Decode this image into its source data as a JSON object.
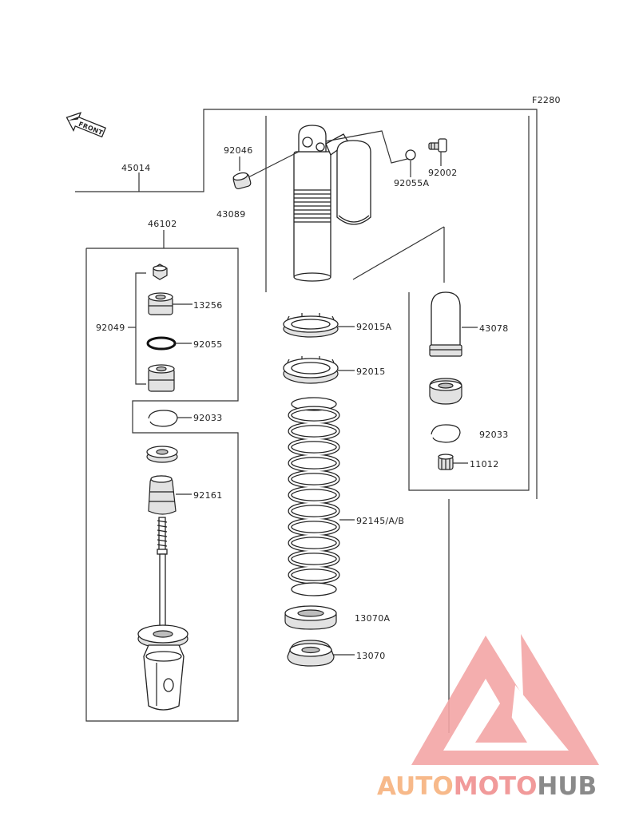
{
  "figure_code": "F2280",
  "front_arrow": {
    "text": "FRONT",
    "icon": "front-arrow-icon"
  },
  "parts": {
    "p45014": "45014",
    "p92046": "92046",
    "p43089": "43089",
    "p92055A": "92055A",
    "p92002": "92002",
    "p46102": "46102",
    "p13256": "13256",
    "p92049": "92049",
    "p92055": "92055",
    "p92033_left": "92033",
    "p92161": "92161",
    "p92015A": "92015A",
    "p92015": "92015",
    "p92145": "92145/A/B",
    "p13070A": "13070A",
    "p13070": "13070",
    "p43078": "43078",
    "p92033_right": "92033",
    "p11012": "11012"
  },
  "watermark": {
    "auto": "AUTO",
    "moto": "MOTO",
    "hub": "HUB",
    "colors": {
      "auto": "#f7b98a",
      "moto": "#f19a9a",
      "hub": "#8a8a8a",
      "logo": "#f08a8a"
    }
  }
}
